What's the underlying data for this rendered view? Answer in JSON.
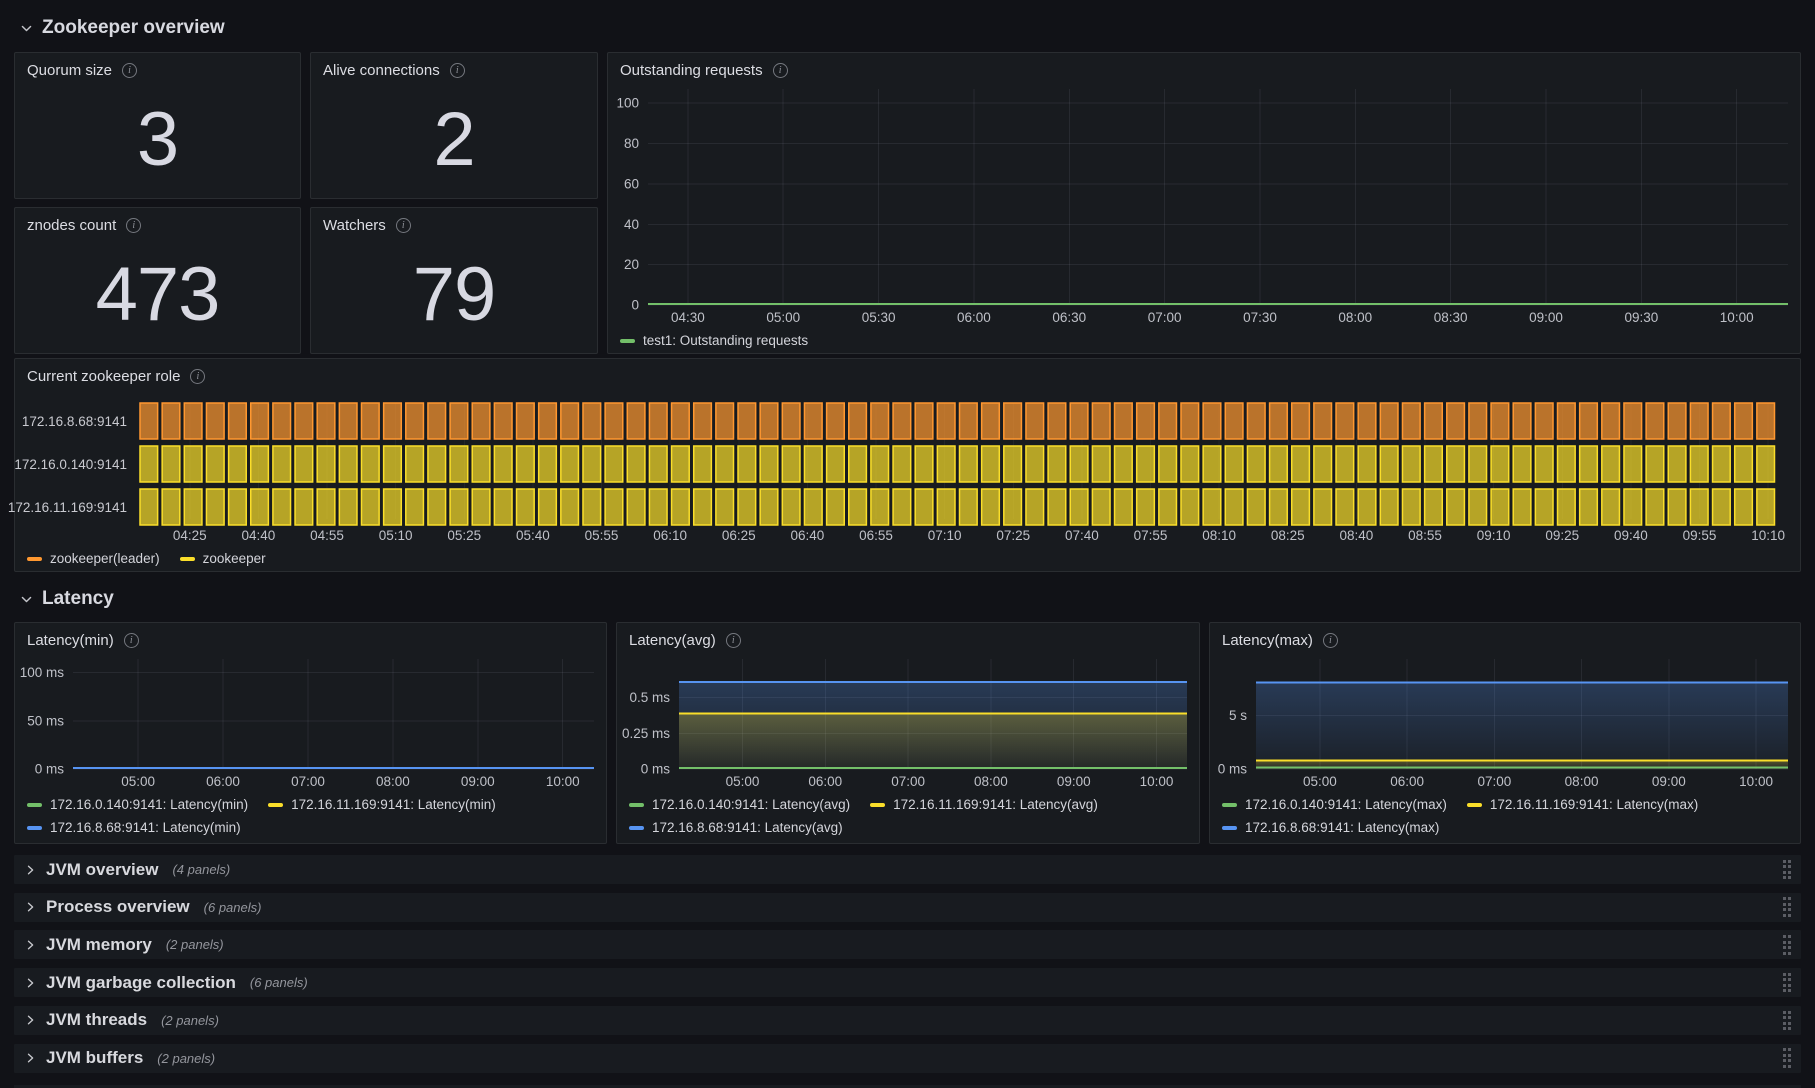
{
  "page": {
    "background": "#111217"
  },
  "icons": {
    "info": "i",
    "chevron_down": "chevron-down",
    "chevron_right": "chevron-right",
    "drag_handle": "dots-grid"
  },
  "colors": {
    "green": "#73bf69",
    "yellow": "#fade2a",
    "blue": "#5794f2",
    "orange": "#ff9830",
    "panel_bg": "#181b1f",
    "page_bg": "#111217"
  },
  "sections": [
    {
      "title": "Zookeeper overview",
      "collapsed": false
    },
    {
      "title": "Latency",
      "collapsed": false
    }
  ],
  "stats": [
    {
      "title": "Quorum size",
      "value": "3"
    },
    {
      "title": "Alive connections",
      "value": "2"
    },
    {
      "title": "znodes count",
      "value": "473"
    },
    {
      "title": "Watchers",
      "value": "79"
    }
  ],
  "panels": {
    "outstanding": {
      "title": "Outstanding requests"
    },
    "role": {
      "title": "Current zookeeper role"
    },
    "latency_min": {
      "title": "Latency(min)"
    },
    "latency_avg": {
      "title": "Latency(avg)"
    },
    "latency_max": {
      "title": "Latency(max)"
    }
  },
  "collapsed_sections": [
    {
      "title": "JVM overview",
      "count": "(4 panels)"
    },
    {
      "title": "Process overview",
      "count": "(6 panels)"
    },
    {
      "title": "JVM memory",
      "count": "(2 panels)"
    },
    {
      "title": "JVM garbage collection",
      "count": "(6 panels)"
    },
    {
      "title": "JVM threads",
      "count": "(2 panels)"
    },
    {
      "title": "JVM buffers",
      "count": "(2 panels)"
    }
  ],
  "chart_data": [
    {
      "id": "outstanding",
      "type": "line",
      "el": "svg-outstanding",
      "legend_el": "legend-outstanding",
      "title": "Outstanding requests",
      "ylim": [
        0,
        107
      ],
      "ylabel_w": 40,
      "tick_f0": 0.035,
      "tick_f1": 0.955,
      "y_ticks": [
        {
          "v": 100,
          "label": "100"
        },
        {
          "v": 80,
          "label": "80"
        },
        {
          "v": 60,
          "label": "60"
        },
        {
          "v": 40,
          "label": "40"
        },
        {
          "v": 20,
          "label": "20"
        },
        {
          "v": 0,
          "label": "0"
        }
      ],
      "x_ticks": [
        "04:30",
        "05:00",
        "05:30",
        "06:00",
        "06:30",
        "07:00",
        "07:30",
        "08:00",
        "08:30",
        "09:00",
        "09:30",
        "10:00"
      ],
      "series": [
        {
          "name": "test1: Outstanding requests",
          "color": "#73bf69",
          "value": 0,
          "fill": false
        }
      ],
      "legend": [
        {
          "label": "test1: Outstanding requests",
          "color": "#73bf69"
        }
      ]
    },
    {
      "id": "current_role",
      "type": "state-timeline",
      "el": "svg-role",
      "legend_el": "legend-role",
      "title": "Current zookeeper role",
      "label_w": 124,
      "block_count": 74,
      "tick_f0": 0.031,
      "tick_f1": 0.994,
      "rows": [
        {
          "label": "172.16.8.68:9141",
          "state": "zookeeper(leader)",
          "color": "#ff9830"
        },
        {
          "label": "172.16.0.140:9141",
          "state": "zookeeper",
          "color": "#fade2a"
        },
        {
          "label": "172.16.11.169:9141",
          "state": "zookeeper",
          "color": "#fade2a"
        }
      ],
      "x_ticks": [
        "04:25",
        "04:40",
        "04:55",
        "05:10",
        "05:25",
        "05:40",
        "05:55",
        "06:10",
        "06:25",
        "06:40",
        "06:55",
        "07:10",
        "07:25",
        "07:40",
        "07:55",
        "08:10",
        "08:25",
        "08:40",
        "08:55",
        "09:10",
        "09:25",
        "09:40",
        "09:55",
        "10:10"
      ],
      "legend": [
        {
          "label": "zookeeper(leader)",
          "color": "#ff9830"
        },
        {
          "label": "zookeeper",
          "color": "#fade2a"
        }
      ]
    },
    {
      "id": "latency_min",
      "type": "line",
      "el": "svg-lat-min",
      "legend_el": "legend-lat-min",
      "title": "Latency(min)",
      "ylim": [
        0,
        114
      ],
      "ylabel_w": 58,
      "tick_f0": 0.125,
      "tick_f1": 0.94,
      "y_ticks": [
        {
          "v": 100,
          "label": "100 ms"
        },
        {
          "v": 50,
          "label": "50 ms"
        },
        {
          "v": 0,
          "label": "0 ms"
        }
      ],
      "x_ticks": [
        "05:00",
        "06:00",
        "07:00",
        "08:00",
        "09:00",
        "10:00"
      ],
      "series": [
        {
          "name": "172.16.0.140:9141: Latency(min)",
          "color": "#73bf69",
          "value": 0,
          "fill": false
        },
        {
          "name": "172.16.11.169:9141: Latency(min)",
          "color": "#fade2a",
          "value": 0,
          "fill": false
        },
        {
          "name": "172.16.8.68:9141: Latency(min)",
          "color": "#5794f2",
          "value": 0,
          "fill": false
        }
      ],
      "legend": [
        {
          "label": "172.16.0.140:9141: Latency(min)",
          "color": "#73bf69"
        },
        {
          "label": "172.16.11.169:9141: Latency(min)",
          "color": "#fade2a"
        },
        {
          "label": "172.16.8.68:9141: Latency(min)",
          "color": "#5794f2"
        }
      ]
    },
    {
      "id": "latency_avg",
      "type": "line",
      "el": "svg-lat-avg",
      "legend_el": "legend-lat-avg",
      "title": "Latency(avg)",
      "ylim": [
        0,
        0.77
      ],
      "ylabel_w": 62,
      "tick_f0": 0.125,
      "tick_f1": 0.94,
      "y_ticks": [
        {
          "v": 0.5,
          "label": "0.5 ms"
        },
        {
          "v": 0.25,
          "label": "0.25 ms"
        },
        {
          "v": 0,
          "label": "0 ms"
        }
      ],
      "x_ticks": [
        "05:00",
        "06:00",
        "07:00",
        "08:00",
        "09:00",
        "10:00"
      ],
      "series": [
        {
          "name": "172.16.8.68:9141: Latency(avg)",
          "color": "#5794f2",
          "value": 0.61,
          "fill": true
        },
        {
          "name": "172.16.11.169:9141: Latency(avg)",
          "color": "#fade2a",
          "value": 0.39,
          "fill": true
        },
        {
          "name": "172.16.0.140:9141: Latency(avg)",
          "color": "#73bf69",
          "value": 0.004,
          "fill": false
        }
      ],
      "legend": [
        {
          "label": "172.16.0.140:9141: Latency(avg)",
          "color": "#73bf69"
        },
        {
          "label": "172.16.11.169:9141: Latency(avg)",
          "color": "#fade2a"
        },
        {
          "label": "172.16.8.68:9141: Latency(avg)",
          "color": "#5794f2"
        }
      ]
    },
    {
      "id": "latency_max",
      "type": "line",
      "el": "svg-lat-max",
      "legend_el": "legend-lat-max",
      "title": "Latency(max)",
      "ylim": [
        0,
        10.3
      ],
      "ylabel_w": 46,
      "tick_f0": 0.12,
      "tick_f1": 0.94,
      "y_ticks": [
        {
          "v": 5,
          "label": "5 s"
        },
        {
          "v": 0,
          "label": "0 ms"
        }
      ],
      "x_ticks": [
        "05:00",
        "06:00",
        "07:00",
        "08:00",
        "09:00",
        "10:00"
      ],
      "series": [
        {
          "name": "172.16.8.68:9141: Latency(max)",
          "color": "#5794f2",
          "value": 8.1,
          "fill": true
        },
        {
          "name": "172.16.11.169:9141: Latency(max)",
          "color": "#fade2a",
          "value": 0.8,
          "fill": true
        },
        {
          "name": "172.16.0.140:9141: Latency(max)",
          "color": "#73bf69",
          "value": 0.15,
          "fill": false
        }
      ],
      "legend": [
        {
          "label": "172.16.0.140:9141: Latency(max)",
          "color": "#73bf69"
        },
        {
          "label": "172.16.11.169:9141: Latency(max)",
          "color": "#fade2a"
        },
        {
          "label": "172.16.8.68:9141: Latency(max)",
          "color": "#5794f2"
        }
      ]
    }
  ]
}
